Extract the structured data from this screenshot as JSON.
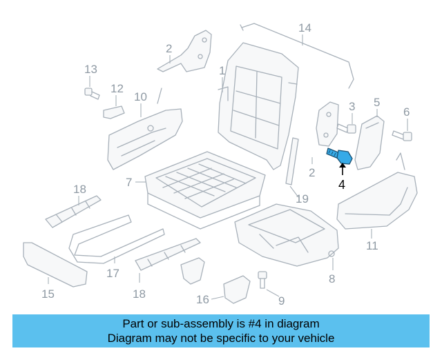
{
  "callouts": {
    "c1": "1",
    "c2a": "2",
    "c2b": "2",
    "c3": "3",
    "c4": "4",
    "c5": "5",
    "c6": "6",
    "c7": "7",
    "c8": "8",
    "c9": "9",
    "c10": "10",
    "c11": "11",
    "c12": "12",
    "c13": "13",
    "c14": "14",
    "c15": "15",
    "c16": "16",
    "c17": "17",
    "c18a": "18",
    "c18b": "18",
    "c19": "19"
  },
  "highlighted_part": "4",
  "banner": {
    "line1": "Part or sub-assembly is #4 in diagram",
    "line2": "Diagram may not be specific to your vehicle"
  },
  "colors": {
    "highlight": "#36aae7",
    "banner": "#5bc0ee",
    "line_art": "#a7b0b9"
  }
}
